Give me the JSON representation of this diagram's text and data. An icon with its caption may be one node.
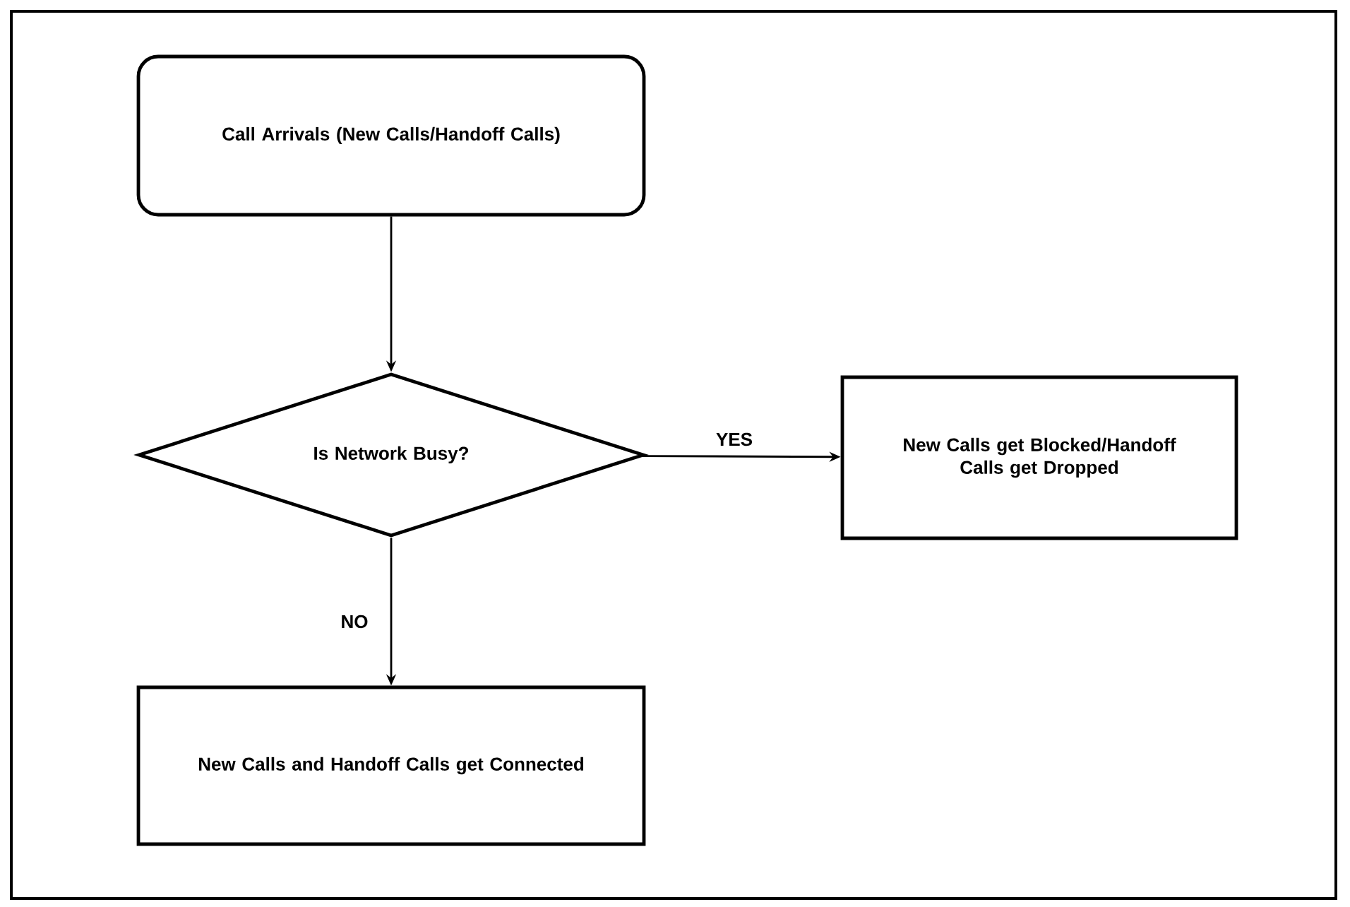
{
  "diagram": {
    "nodes": [
      {
        "text": [
          "Call Arrivals (New Calls/Handoff Calls)"
        ]
      },
      {
        "text": [
          "Is Network Busy?"
        ]
      },
      {
        "text": [
          "New Calls get Blocked/Handoff Calls get Dropped"
        ]
      },
      {
        "text": [
          "New Calls and Handoff Calls get Connected"
        ]
      }
    ],
    "edges": [
      {
        "from": 0,
        "to": 1,
        "arrow": "to"
      },
      {
        "from": 1,
        "to": 2,
        "arrow": "to",
        "label": "YES"
      },
      {
        "from": 1,
        "to": 3,
        "arrow": "to",
        "label": "NO"
      }
    ]
  }
}
